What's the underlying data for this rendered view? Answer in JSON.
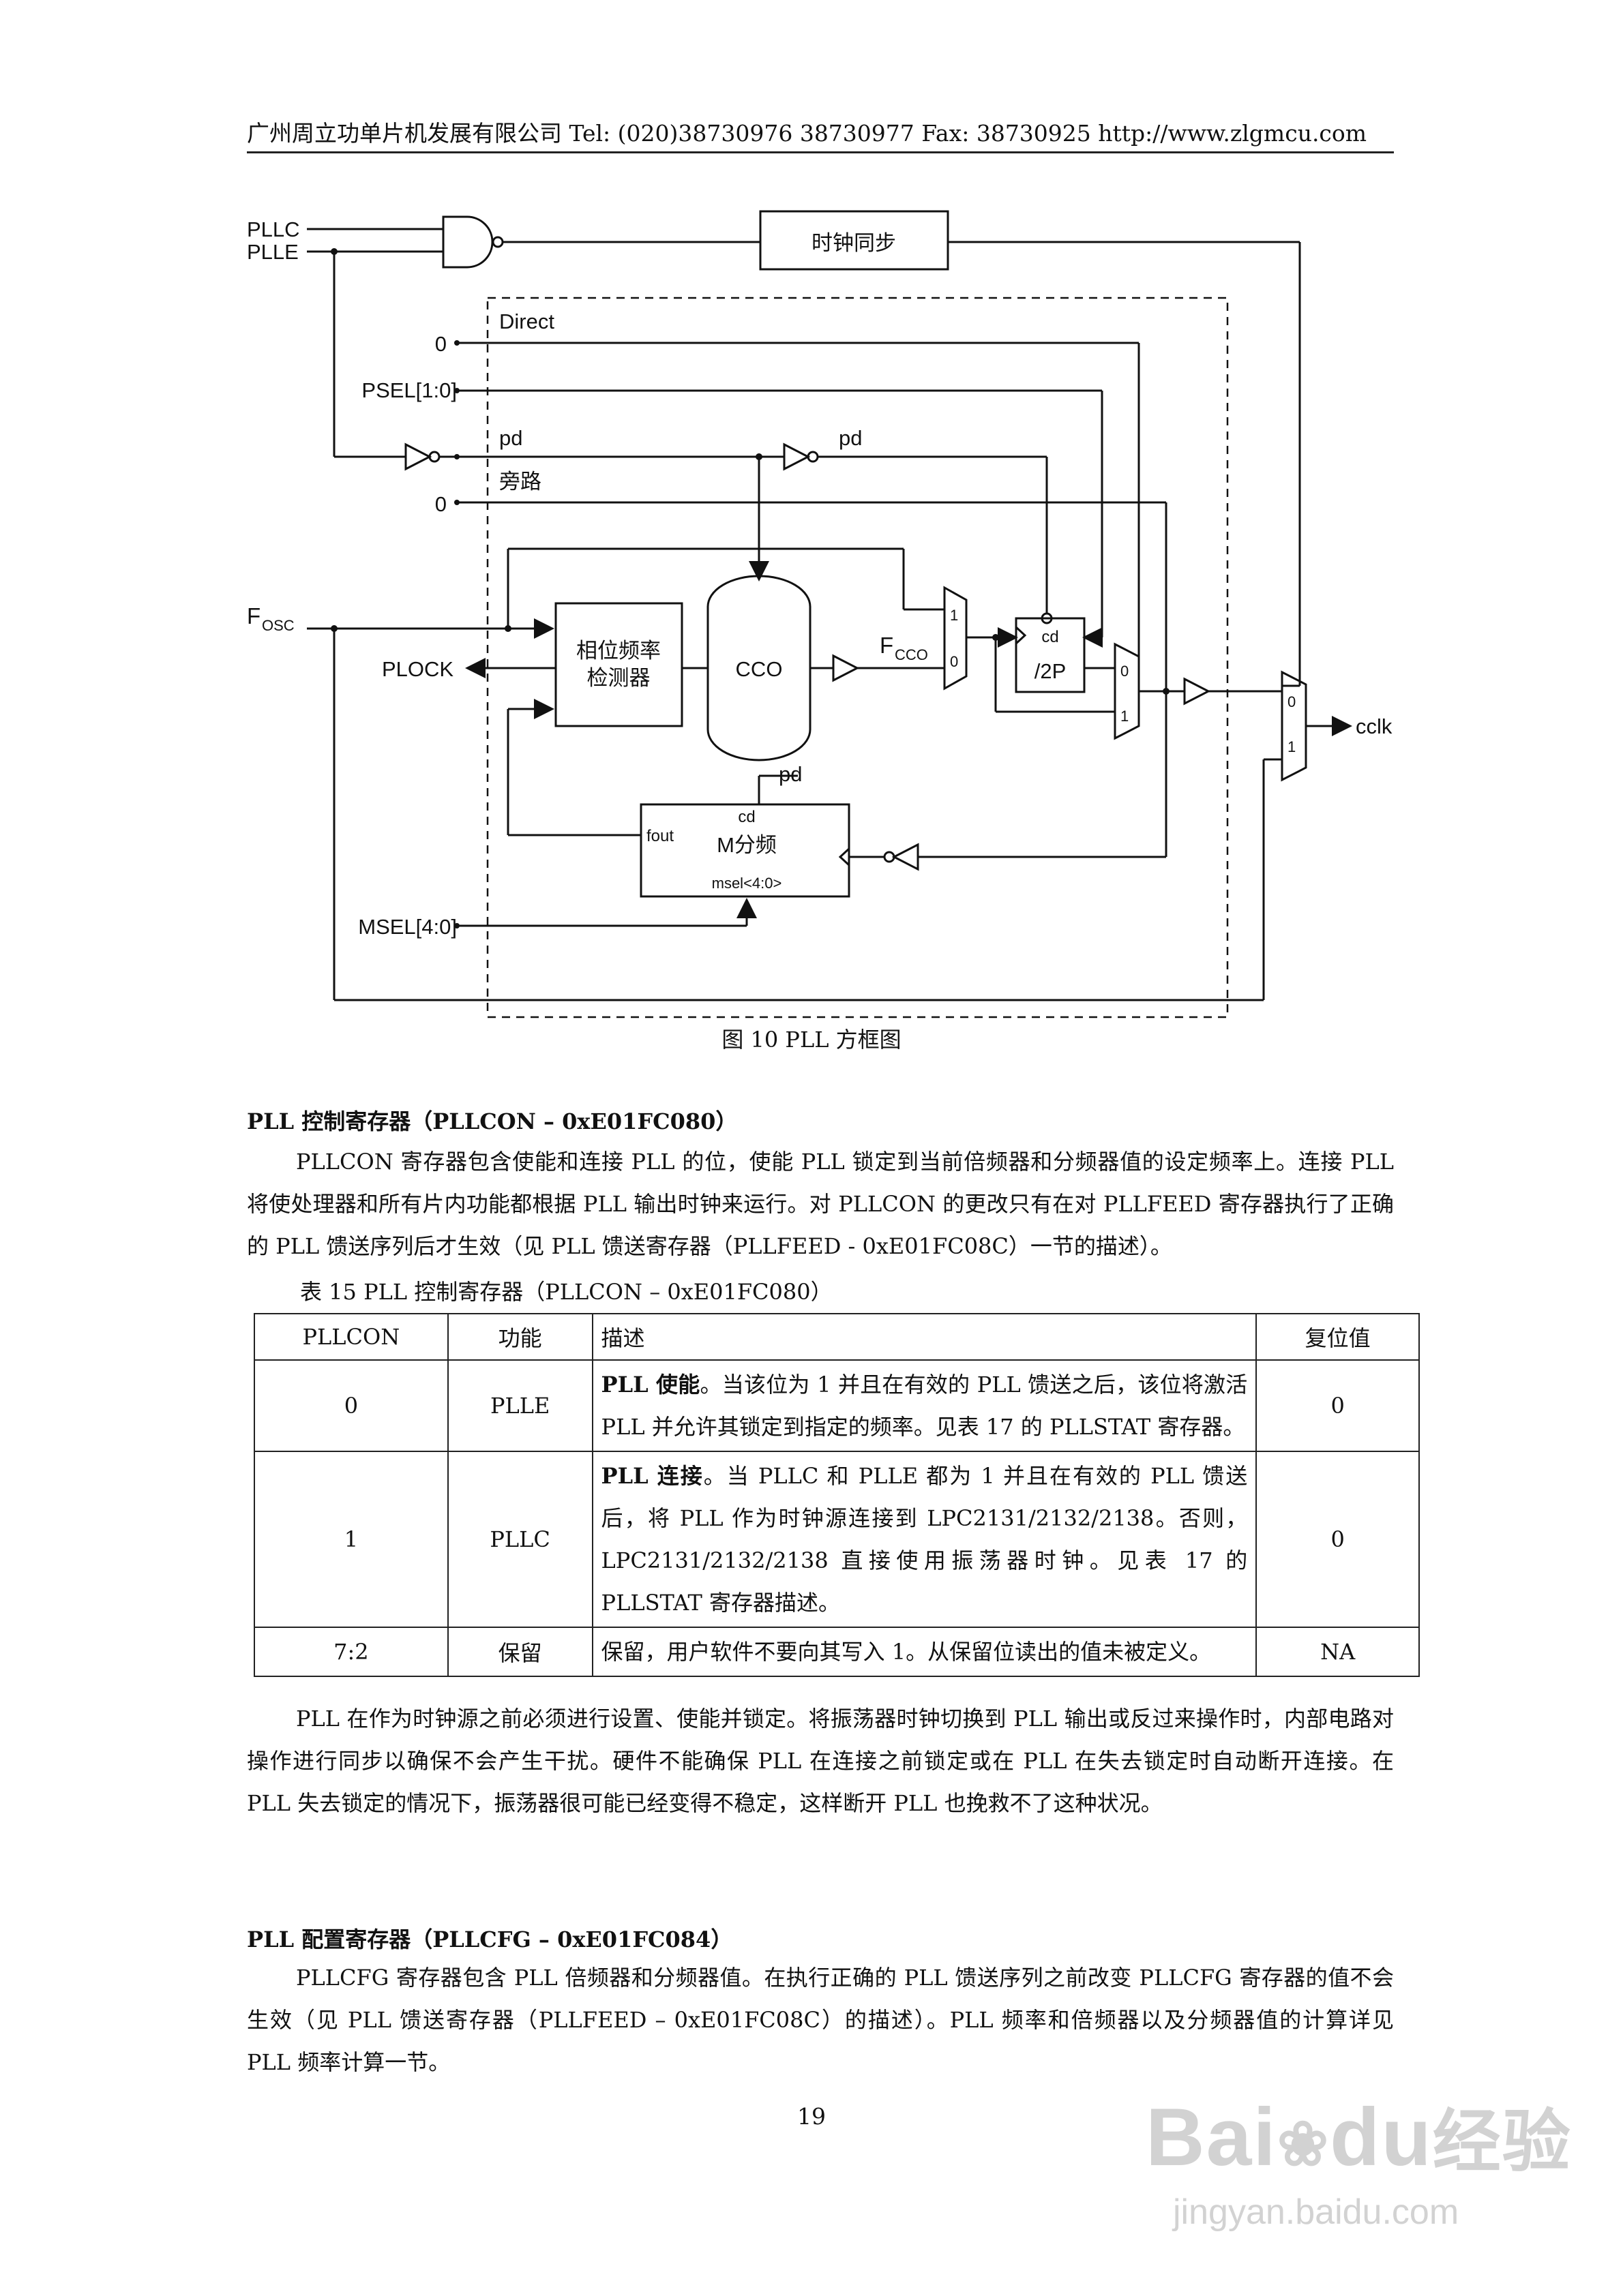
{
  "header": {
    "text": "广州周立功单片机发展有限公司  Tel: (020)38730976    38730977    Fax: 38730925    http://www.zlgmcu.com"
  },
  "diagram": {
    "labels": {
      "pllc": "PLLC",
      "plle": "PLLE",
      "clk_sync": "时钟同步",
      "direct": "Direct",
      "zero_direct": "0",
      "psel": "PSEL[1:0]",
      "pd1": "pd",
      "pd2": "pd",
      "bypass": "旁路",
      "zero_bypass": "0",
      "fosc": "F",
      "fosc_sub": "OSC",
      "plock": "PLOCK",
      "pfd_line1": "相位频率",
      "pfd_line2": "检测器",
      "cco": "CCO",
      "fcco": "F",
      "fcco_sub": "CCO",
      "mux1_1": "1",
      "mux1_0": "0",
      "cd_div2": "cd",
      "div2p": "/2P",
      "mux2_0": "0",
      "mux2_1": "1",
      "mux3_0": "0",
      "mux3_1": "1",
      "cclk": "cclk",
      "pd_mdiv": "pd",
      "cd_mdiv": "cd",
      "fout": "fout",
      "mdiv": "M分频",
      "msel_inner": "msel<4:0>",
      "msel": "MSEL[4:0]"
    }
  },
  "caption": "图 10    PLL 方框图",
  "section1": {
    "heading": "PLL 控制寄存器（PLLCON – 0xE01FC080）",
    "para": "PLLCON 寄存器包含使能和连接 PLL 的位，使能 PLL 锁定到当前倍频器和分频器值的设定频率上。连接 PLL 将使处理器和所有片内功能都根据 PLL 输出时钟来运行。对 PLLCON 的更改只有在对 PLLFEED 寄存器执行了正确的 PLL 馈送序列后才生效（见 PLL 馈送寄存器（PLLFEED - 0xE01FC08C）一节的描述）。"
  },
  "table": {
    "title": "表 15    PLL 控制寄存器（PLLCON – 0xE01FC080）",
    "headers": [
      "PLLCON",
      "功能",
      "描述",
      "复位值"
    ],
    "rows": [
      {
        "bit": "0",
        "func": "PLLE",
        "desc_bold": "PLL 使能",
        "desc": "。当该位为 1 并且在有效的 PLL 馈送之后，该位将激活 PLL 并允许其锁定到指定的频率。见表 17 的 PLLSTAT 寄存器。",
        "reset": "0"
      },
      {
        "bit": "1",
        "func": "PLLC",
        "desc_bold": "PLL 连接",
        "desc": "。当 PLLC 和 PLLE 都为 1 并且在有效的 PLL 馈送后，将 PLL 作为时钟源连接到 LPC2131/2132/2138。否则，LPC2131/2132/2138 直接使用振荡器时钟。见表 17 的 PLLSTAT 寄存器描述。",
        "reset": "0"
      },
      {
        "bit": "7:2",
        "func": "保留",
        "desc_bold": "",
        "desc": "保留，用户软件不要向其写入 1。从保留位读出的值未被定义。",
        "reset": "NA"
      }
    ]
  },
  "para2": "PLL 在作为时钟源之前必须进行设置、使能并锁定。将振荡器时钟切换到 PLL 输出或反过来操作时，内部电路对操作进行同步以确保不会产生干扰。硬件不能确保 PLL 在连接之前锁定或在 PLL 在失去锁定时自动断开连接。在 PLL 失去锁定的情况下，振荡器很可能已经变得不稳定，这样断开 PLL 也挽救不了这种状况。",
  "section2": {
    "heading": "PLL 配置寄存器（PLLCFG – 0xE01FC084）",
    "para": "PLLCFG 寄存器包含 PLL 倍频器和分频器值。在执行正确的 PLL 馈送序列之前改变 PLLCFG 寄存器的值不会生效（见 PLL 馈送寄存器（PLLFEED – 0xE01FC08C）的描述）。PLL 频率和倍频器以及分频器值的计算详见 PLL 频率计算一节。"
  },
  "page_number": "19",
  "watermark": {
    "logo": "Bai",
    "logo2": "du",
    "cn": "经验",
    "url": "jingyan.baidu.com"
  }
}
